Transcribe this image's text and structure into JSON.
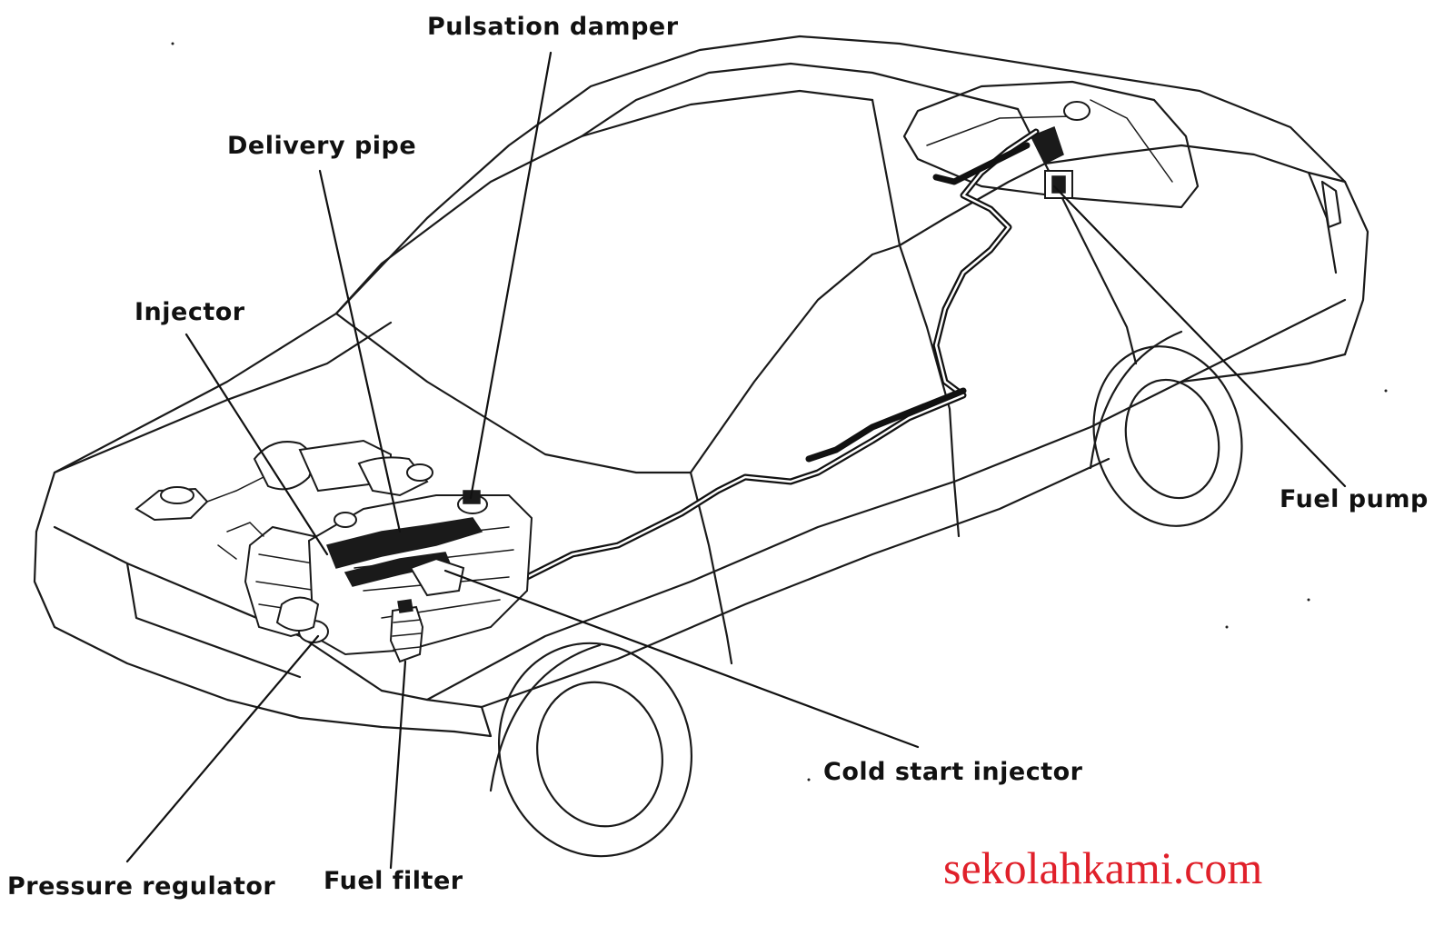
{
  "labels": {
    "pulsation_damper": "Pulsation damper",
    "delivery_pipe": "Delivery pipe",
    "injector": "Injector",
    "fuel_pump": "Fuel pump",
    "cold_start_injector": "Cold start injector",
    "pressure_regulator": "Pressure regulator",
    "fuel_filter": "Fuel filter"
  },
  "watermark": "sekolahkami.com",
  "colors": {
    "line": "#1a1a1a",
    "background": "#ffffff",
    "watermark": "#e0202a"
  }
}
